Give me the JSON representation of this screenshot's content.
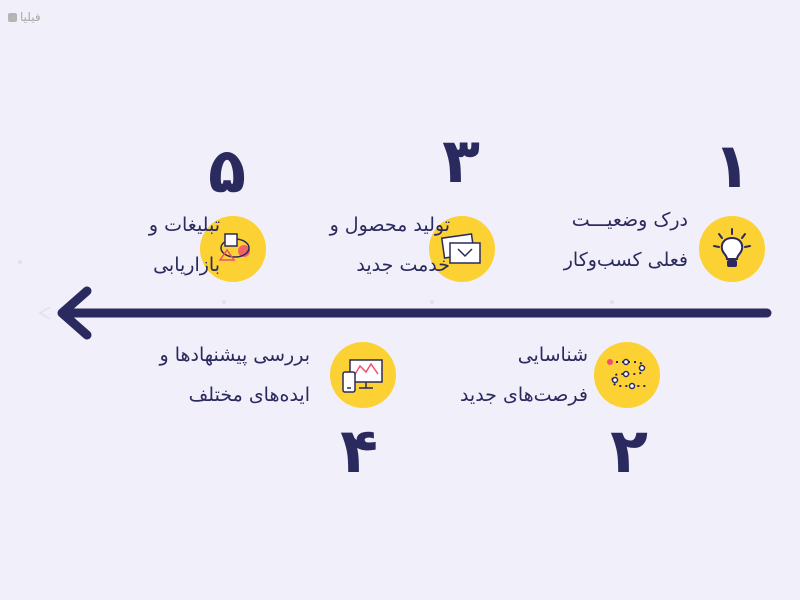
{
  "logo": {
    "text": "فیلیا"
  },
  "steps": [
    {
      "number": "۱",
      "line1": "درک وضعیـــت",
      "line2": "فعلی کسب‌وکار",
      "icon": "lightbulb-icon"
    },
    {
      "number": "۲",
      "line1": "شناسایی",
      "line2": "فرصت‌های جدید",
      "icon": "winding-path-icon"
    },
    {
      "number": "۳",
      "line1": "تولید محصول و",
      "line2": "خدمت جدید",
      "icon": "envelope-cards-icon"
    },
    {
      "number": "۴",
      "line1": "بررسی پیشنهادها و",
      "line2": "ایده‌های مختلف",
      "icon": "devices-chart-icon"
    },
    {
      "number": "۵",
      "line1": "تبلیغات و",
      "line2": "بازاریابی",
      "icon": "shapes-icon"
    }
  ],
  "colors": {
    "accent": "#fcd133",
    "ink": "#2b2a5e",
    "background": "#f1eff9",
    "highlight": "#f0506e"
  }
}
